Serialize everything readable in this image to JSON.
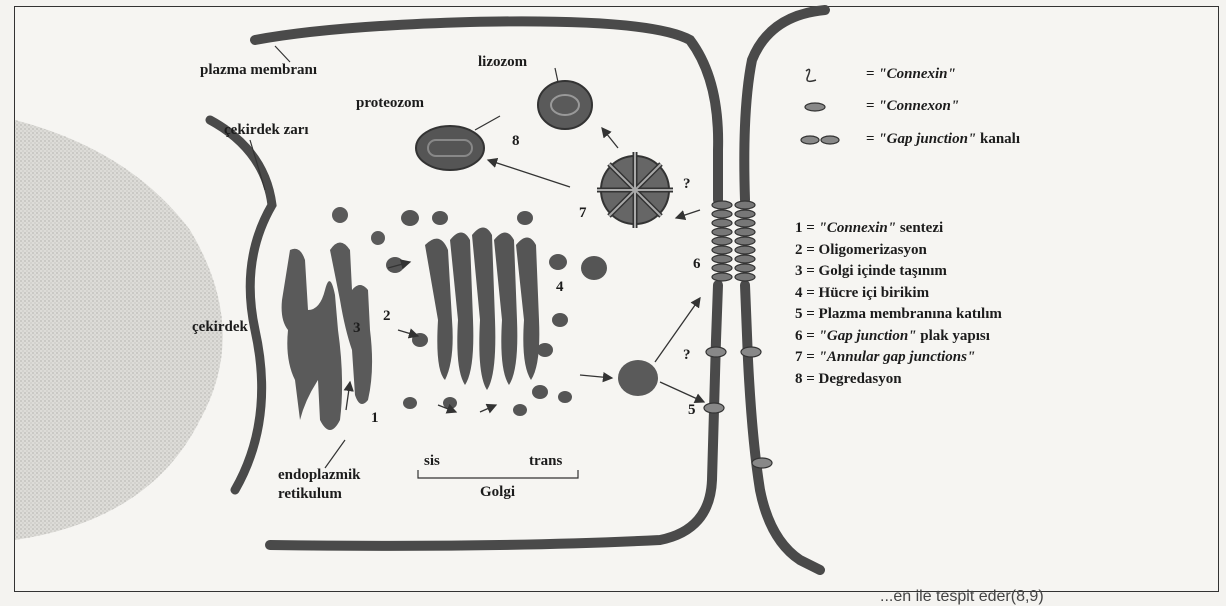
{
  "labels": {
    "plazma_membrani": "plazma membranı",
    "lizozom": "lizozom",
    "proteozom": "proteozom",
    "cekirdek_zari": "çekirdek zarı",
    "cekirdek": "çekirdek",
    "endoplazmik": "endoplazmik",
    "retikulum": "retikulum",
    "sis": "sis",
    "trans": "trans",
    "golgi": "Golgi",
    "q1": "?",
    "q2": "?"
  },
  "numbers": {
    "n1": "1",
    "n2": "2",
    "n3": "3",
    "n4": "4",
    "n5": "5",
    "n6": "6",
    "n7": "7",
    "n8": "8"
  },
  "legend": {
    "connexin_eq": "= ",
    "connexin": "\"Connexin\"",
    "connexon_eq": "= ",
    "connexon": "\"Connexon\"",
    "gap_eq": "= ",
    "gap": "\"Gap junction\"",
    "gap_suffix": " kanalı"
  },
  "steps": [
    {
      "prefix": "1 = ",
      "italic": "\"Connexin\"",
      "suffix": " sentezi"
    },
    {
      "prefix": "2 = Oligomerizasyon",
      "italic": "",
      "suffix": ""
    },
    {
      "prefix": "3 = Golgi içinde taşınım",
      "italic": "",
      "suffix": ""
    },
    {
      "prefix": "4 = Hücre içi birikim",
      "italic": "",
      "suffix": ""
    },
    {
      "prefix": "5 = Plazma membranına katılım",
      "italic": "",
      "suffix": ""
    },
    {
      "prefix": "6 = ",
      "italic": "\"Gap junction\"",
      "suffix": " plak yapısı"
    },
    {
      "prefix": "7 = ",
      "italic": "\"Annular gap junctions\"",
      "suffix": ""
    },
    {
      "prefix": "8 = Degredasyon",
      "italic": "",
      "suffix": ""
    }
  ],
  "footer_fragment": "...en ile tespit eder(8,9)",
  "colors": {
    "membrane": "#4a4a4a",
    "organelle": "#5a5a5a",
    "nucleus": "#c9c9c6"
  }
}
